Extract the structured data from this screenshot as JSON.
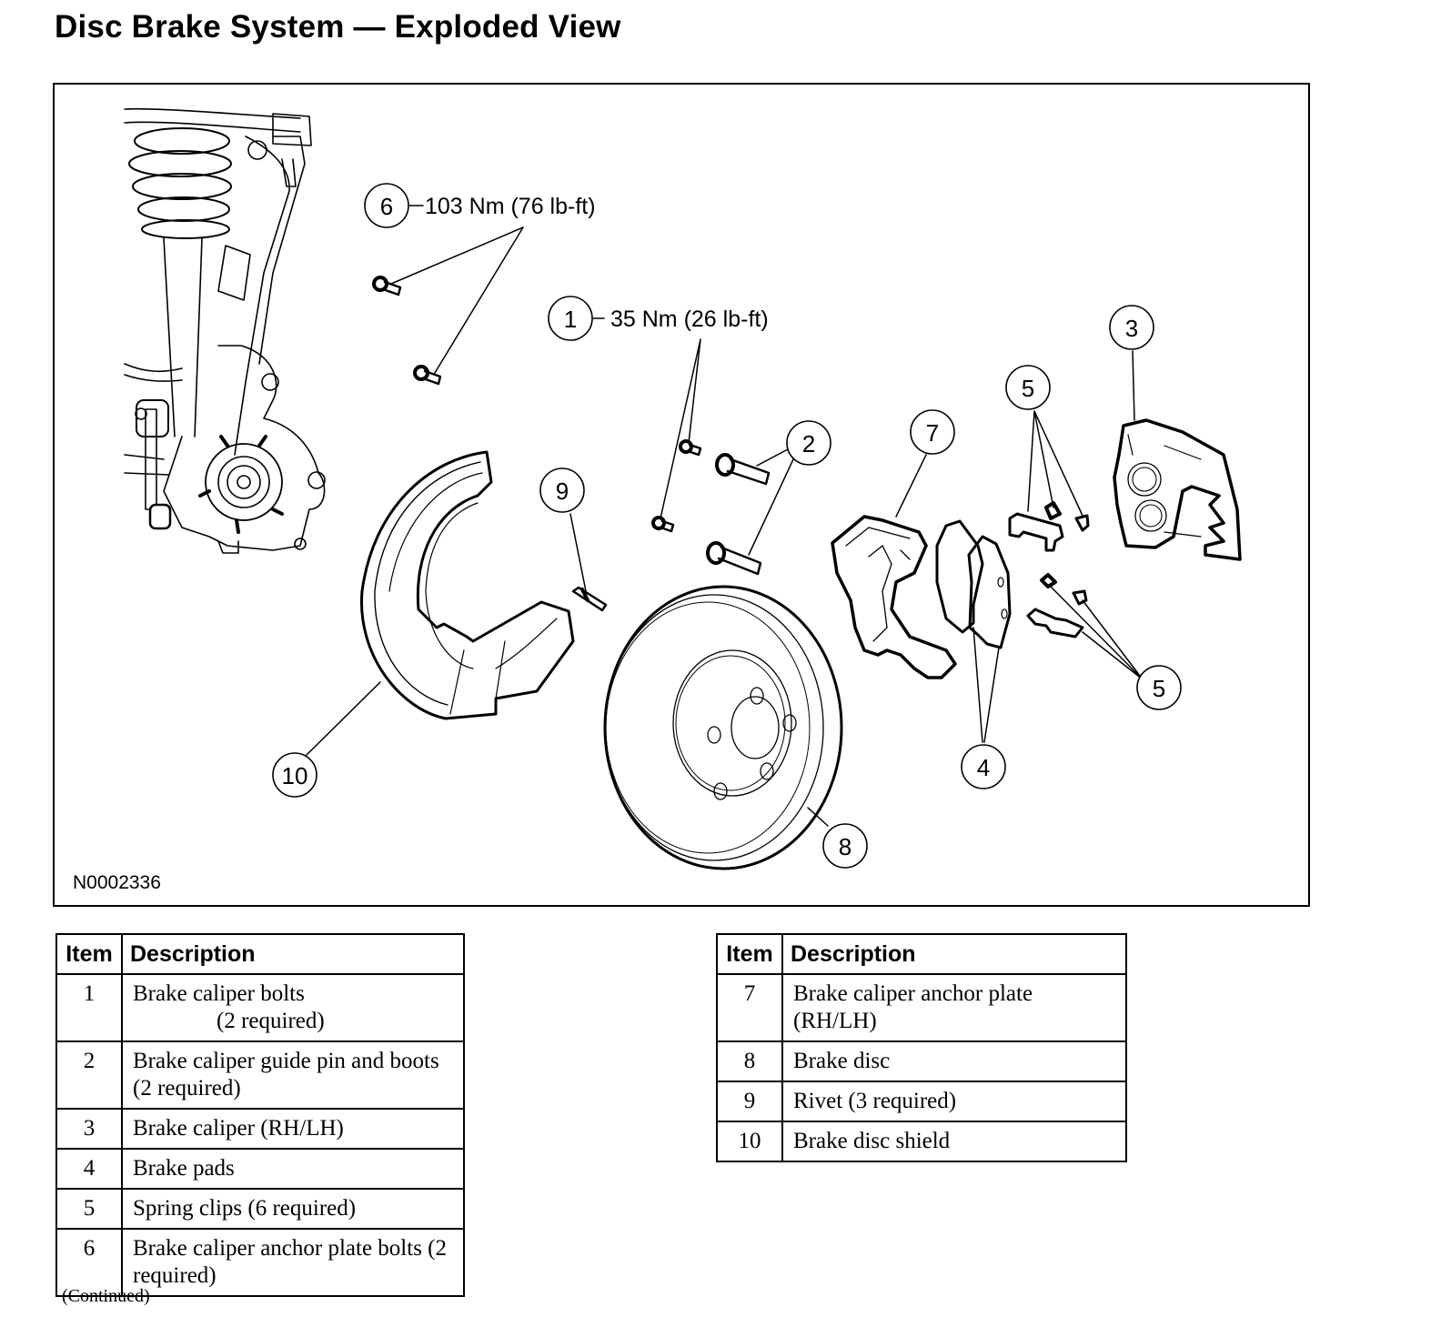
{
  "title": "Disc Brake System — Exploded View",
  "diagram": {
    "figure_id": "N0002336",
    "callouts": [
      {
        "number": "1",
        "torque": "35 Nm (26 lb-ft)",
        "part": "brake-caliper-bolts"
      },
      {
        "number": "2",
        "part": "guide-pins"
      },
      {
        "number": "3",
        "part": "brake-caliper"
      },
      {
        "number": "4",
        "part": "brake-pads"
      },
      {
        "number": "5",
        "part": "spring-clips-upper"
      },
      {
        "number": "5",
        "part": "spring-clips-lower"
      },
      {
        "number": "6",
        "torque": "103 Nm (76 lb-ft)",
        "part": "anchor-plate-bolts"
      },
      {
        "number": "7",
        "part": "anchor-plate"
      },
      {
        "number": "8",
        "part": "brake-disc"
      },
      {
        "number": "9",
        "part": "rivet"
      },
      {
        "number": "10",
        "part": "disc-shield"
      }
    ]
  },
  "tables": [
    {
      "headers": {
        "item": "Item",
        "description": "Description"
      },
      "rows": [
        {
          "item": "1",
          "description": "Brake caliper bolts",
          "description_sub": "(2 required)"
        },
        {
          "item": "2",
          "description": "Brake caliper guide pin and boots (2 required)"
        },
        {
          "item": "3",
          "description": "Brake caliper (RH/LH)"
        },
        {
          "item": "4",
          "description": "Brake pads"
        },
        {
          "item": "5",
          "description": "Spring clips (6 required)"
        },
        {
          "item": "6",
          "description": "Brake caliper anchor plate bolts (2 required)"
        }
      ]
    },
    {
      "headers": {
        "item": "Item",
        "description": "Description"
      },
      "rows": [
        {
          "item": "7",
          "description": "Brake caliper anchor plate (RH/LH)"
        },
        {
          "item": "8",
          "description": "Brake disc"
        },
        {
          "item": "9",
          "description": "Rivet (3 required)"
        },
        {
          "item": "10",
          "description": "Brake disc shield"
        }
      ]
    }
  ],
  "continued_note": "(Continued)"
}
